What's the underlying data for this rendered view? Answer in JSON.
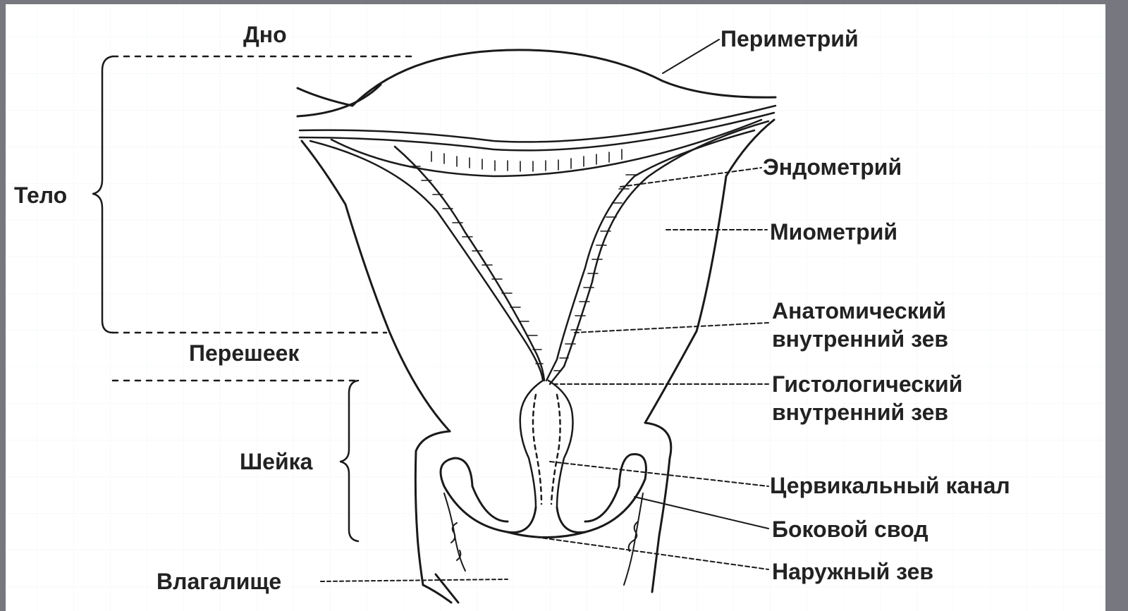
{
  "labels": {
    "fundus": "Дно",
    "perimetrium": "Периметрий",
    "body": "Тело",
    "endometrium": "Эндометрий",
    "myometrium": "Миометрий",
    "anatomical_os_line1": "Анатомический",
    "anatomical_os_line2": "внутренний зев",
    "isthmus": "Перешеек",
    "histological_os_line1": "Гистологический",
    "histological_os_line2": "внутренний зев",
    "cervix": "Шейка",
    "cervical_canal": "Цервикальный канал",
    "lateral_fornix": "Боковой свод",
    "vagina": "Влагалище",
    "external_os": "Наружный зев"
  },
  "colors": {
    "frame": "#77777f",
    "paper": "#ffffff",
    "ink": "#1a1a1a",
    "grid": "#e4e6ee"
  }
}
